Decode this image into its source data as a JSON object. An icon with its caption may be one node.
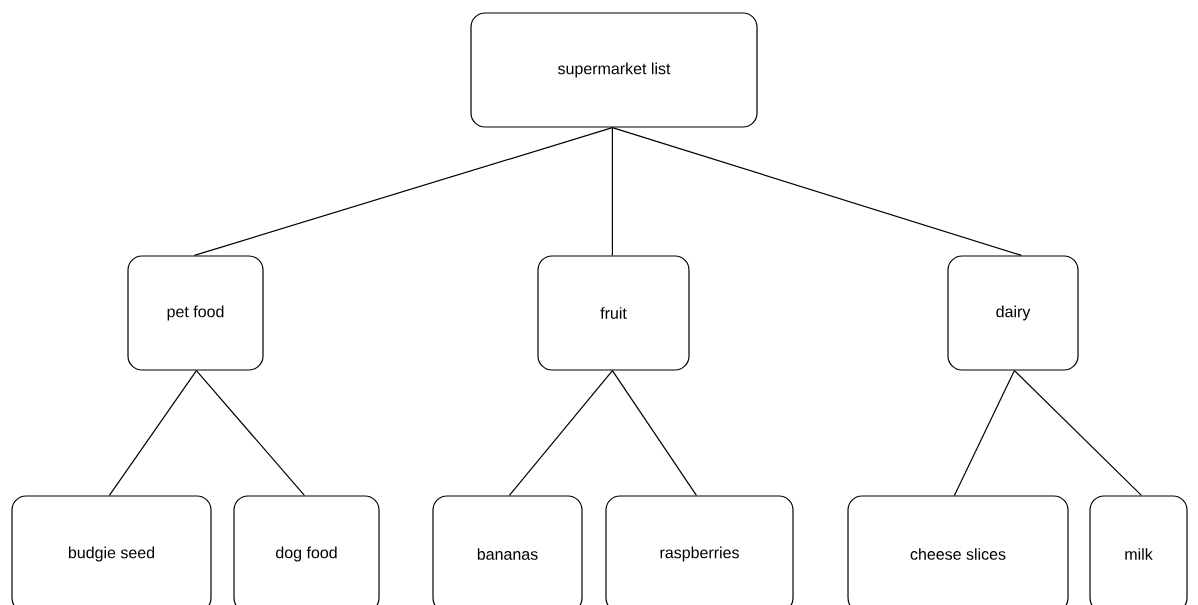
{
  "diagram": {
    "nodes": [
      {
        "text": [
          "supermarket list"
        ]
      },
      {
        "text": [
          "pet food"
        ]
      },
      {
        "text": [
          "fruit"
        ]
      },
      {
        "text": [
          "dairy"
        ]
      },
      {
        "text": [
          "budgie seed"
        ]
      },
      {
        "text": [
          "dog food"
        ]
      },
      {
        "text": [
          "bananas"
        ]
      },
      {
        "text": [
          "raspberries"
        ]
      },
      {
        "text": [
          "cheese slices"
        ]
      },
      {
        "text": [
          "milk"
        ]
      }
    ],
    "edges": [
      {
        "from": 0,
        "to": 1,
        "arrow": "none"
      },
      {
        "from": 0,
        "to": 2,
        "arrow": "none"
      },
      {
        "from": 0,
        "to": 3,
        "arrow": "none"
      },
      {
        "from": 1,
        "to": 4,
        "arrow": "none"
      },
      {
        "from": 1,
        "to": 5,
        "arrow": "none"
      },
      {
        "from": 2,
        "to": 6,
        "arrow": "none"
      },
      {
        "from": 2,
        "to": 7,
        "arrow": "none"
      },
      {
        "from": 3,
        "to": 8,
        "arrow": "none"
      },
      {
        "from": 3,
        "to": 9,
        "arrow": "none"
      }
    ]
  }
}
